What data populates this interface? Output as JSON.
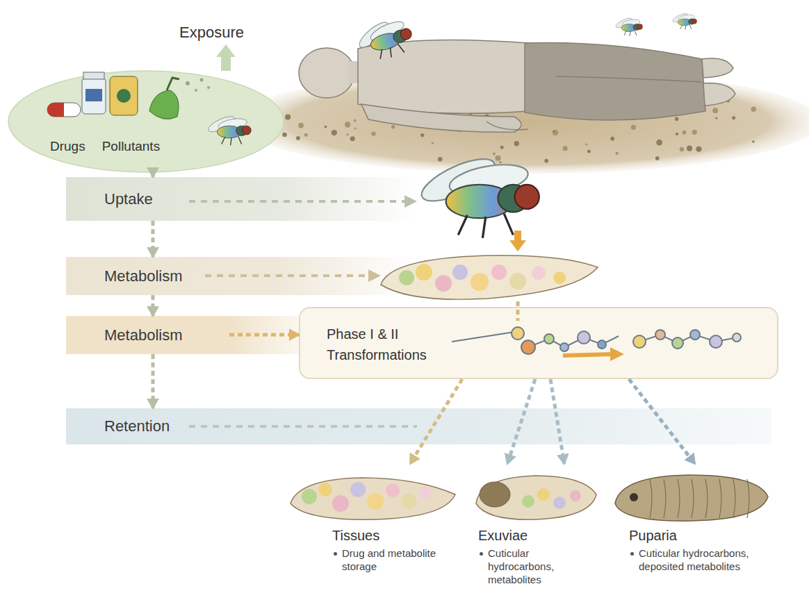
{
  "diagram": {
    "nodes": [
      {
        "text": [
          "Drugs",
          "Pollutants"
        ]
      },
      {
        "text": [
          "Uptake"
        ]
      },
      {
        "text": [
          "Metabolism"
        ]
      },
      {
        "text": [
          "Metabolism"
        ]
      },
      {
        "text": [
          "Phase I & II Transformations"
        ]
      },
      {
        "text": [
          "Retention"
        ]
      },
      {
        "text": [
          "Tissues",
          "Drug and metabolite storage"
        ]
      },
      {
        "text": [
          "Exuviae",
          "Cuticular hydrocarbons, metabolites"
        ]
      },
      {
        "text": [
          "Puparia",
          "Cuticular hydrocarbons, deposited metabolites"
        ]
      }
    ],
    "edges": [
      {
        "from": 0,
        "to": 1,
        "arrow": "to"
      },
      {
        "from": 1,
        "to": 2,
        "arrow": "to"
      },
      {
        "from": 2,
        "to": 3,
        "arrow": "to"
      },
      {
        "from": 3,
        "to": 5,
        "arrow": "to"
      },
      {
        "from": 3,
        "to": 4,
        "arrow": "to"
      },
      {
        "from": 4,
        "to": 6,
        "arrow": "to"
      },
      {
        "from": 4,
        "to": 7,
        "arrow": "to"
      },
      {
        "from": 4,
        "to": 7,
        "arrow": "to"
      },
      {
        "from": 4,
        "to": 8,
        "arrow": "to"
      }
    ],
    "labels": [
      "Exposure"
    ]
  }
}
